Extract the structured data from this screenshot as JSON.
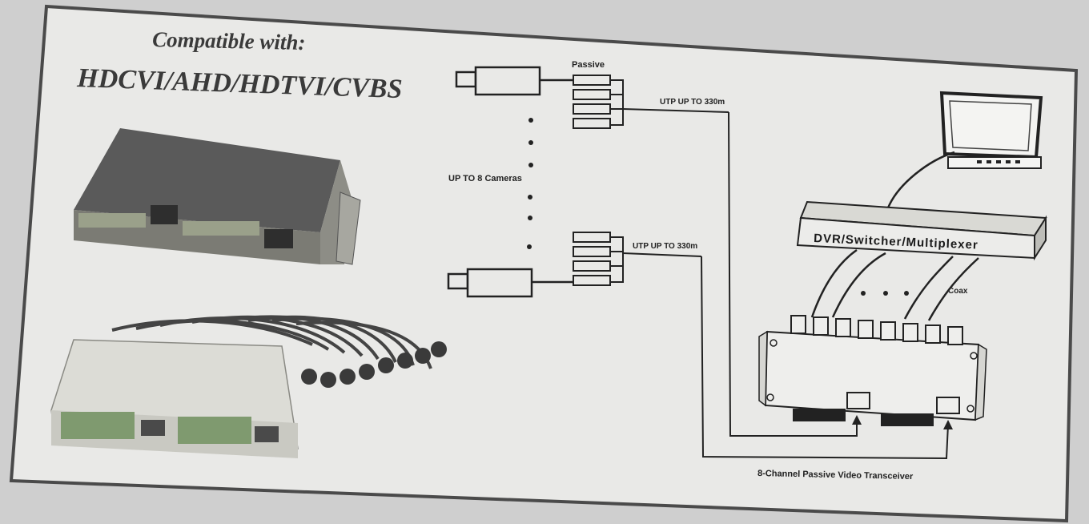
{
  "header": {
    "line1": "Compatible with:",
    "line2": "HDCVI/AHD/HDTVI/CVBS"
  },
  "diagram": {
    "passive_label": "Passive",
    "utp_label_top": "UTP UP TO 330m",
    "utp_label_bottom": "UTP UP TO 330m",
    "cameras_label": "UP TO 8 Cameras",
    "dvr_label": "DVR/Switcher/Multiplexer",
    "coax_label": "Coax",
    "transceiver_label": "8-Channel Passive Video Transceiver"
  },
  "colors": {
    "paper": "#e9e9e7",
    "frame": "#4a4a4a",
    "ink": "#222222",
    "device_dark": "#5a5a5a",
    "device_light": "#d9d9d4",
    "terminal_green": "#7f9a6f"
  }
}
